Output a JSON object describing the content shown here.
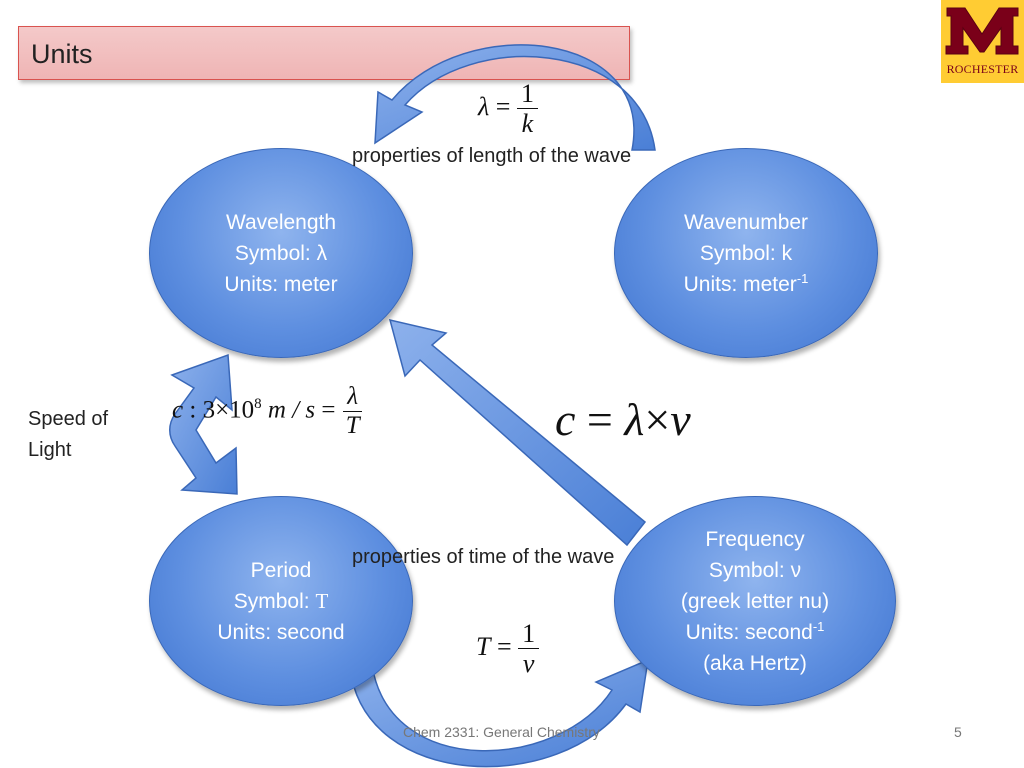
{
  "slide": {
    "title": "Units",
    "logo_text": "ROCHESTER",
    "footer_text": "Chem 2331: General Chemistry",
    "page_number": "5"
  },
  "labels": {
    "length_properties": "properties of length of the wave",
    "time_properties": "properties of time of the wave",
    "speed_of_light_line1": "Speed of",
    "speed_of_light_line2": "Light"
  },
  "nodes": {
    "wavelength": {
      "name": "Wavelength",
      "symbol_label": "Symbol:",
      "symbol": "λ",
      "units_label": "Units: meter",
      "units_sup": ""
    },
    "wavenumber": {
      "name": "Wavenumber",
      "symbol_label": "Symbol:",
      "symbol": "k",
      "units_label": "Units: meter",
      "units_sup": "-1"
    },
    "period": {
      "name": "Period",
      "symbol_label": "Symbol:",
      "symbol": "T",
      "units_label": "Units: second",
      "units_sup": ""
    },
    "frequency": {
      "name": "Frequency",
      "symbol_label": "Symbol:",
      "symbol": "ν",
      "extra": "(greek letter nu)",
      "units_label": "Units: second",
      "units_sup": "-1",
      "alias": "(aka Hertz)"
    }
  },
  "equations": {
    "lambda_k": {
      "lhs": "λ",
      "eq": "=",
      "num": "1",
      "den": "k"
    },
    "speed": {
      "c": "c",
      "colon": ":",
      "value": "3×10",
      "exp": "8",
      "unit": "m / s",
      "eq": "=",
      "num": "λ",
      "den": "T"
    },
    "c_lambda_nu": {
      "c": "c",
      "eq": "=",
      "lambda": "λ",
      "times": "×",
      "nu": "ν"
    },
    "t_nu": {
      "lhs": "T",
      "eq": "=",
      "num": "1",
      "den": "ν"
    }
  },
  "colors": {
    "title_fill": "#f2c0c0",
    "title_border": "#d9534f",
    "node_fill": "#5e8fe0",
    "arrow_fill": "#5b8fe0",
    "logo_bg": "#ffcc33",
    "logo_maroon": "#7a0019"
  }
}
